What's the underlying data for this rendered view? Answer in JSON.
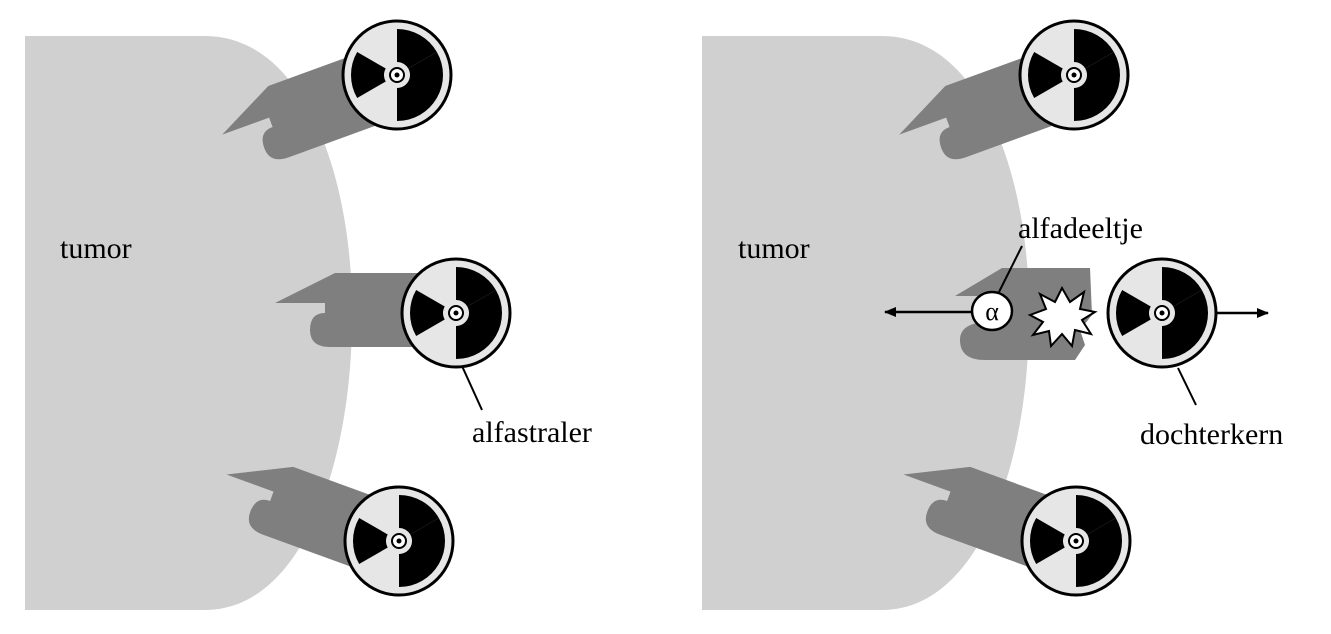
{
  "colors": {
    "tumor": "#d0d0d0",
    "antibody": "#7f7f7f",
    "symbol_bg": "#e6e6e6",
    "trefoil": "#000000",
    "outline": "#000000"
  },
  "left_panel": {
    "tumor_label": "tumor",
    "emitter_label": "alfastraler"
  },
  "right_panel": {
    "tumor_label": "tumor",
    "particle_label": "alfadeeltje",
    "particle_symbol": "α",
    "daughter_label": "dochterkern"
  },
  "icons": [
    "radiation-trefoil-icon",
    "explosion-burst-icon",
    "arrow-left-icon",
    "arrow-right-icon"
  ]
}
